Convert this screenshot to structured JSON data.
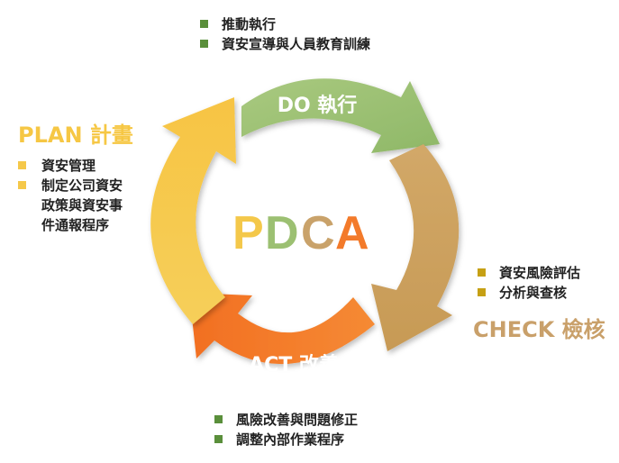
{
  "center_label": {
    "P": "P",
    "D": "D",
    "C": "C",
    "A": "A",
    "colors": {
      "P": "#f4c84a",
      "D": "#9cc072",
      "C": "#c9a26a",
      "A": "#f37a2a"
    }
  },
  "do": {
    "arrow_label": "DO 執行",
    "color": "#8fba6a",
    "items": [
      "推動執行",
      "資安宣導與人員教育訓練"
    ]
  },
  "plan": {
    "title": "PLAN 計畫",
    "color": "#f6c744",
    "items": [
      "資安管理",
      "制定公司資安政策與資安事件通報程序"
    ]
  },
  "check": {
    "title": "CHECK 檢核",
    "color": "#c9a06a",
    "items": [
      "資安風險評估",
      "分析與查核"
    ]
  },
  "act": {
    "arrow_label": "ACT 改善",
    "color": "#f37a2a",
    "items": [
      "風險改善與問題修正",
      "調整內部作業程序"
    ]
  }
}
